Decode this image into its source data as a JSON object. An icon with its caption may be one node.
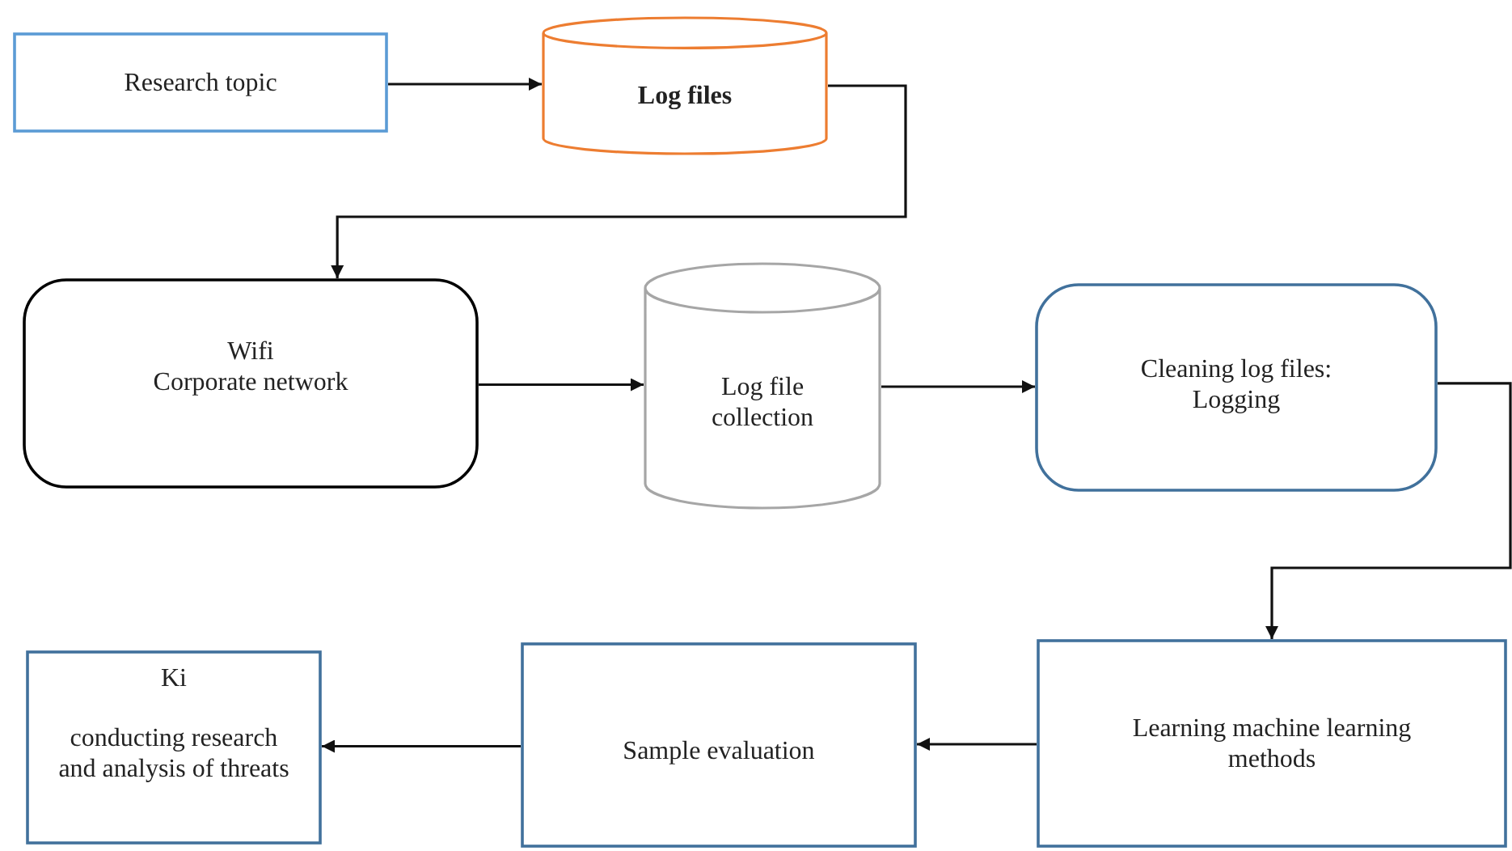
{
  "diagram": {
    "nodes": [
      {
        "text": [
          "Research topic"
        ]
      },
      {
        "text": [
          "Log files"
        ]
      },
      {
        "text": [
          "Wifi",
          "Corporate network"
        ]
      },
      {
        "text": [
          "Log file collection"
        ]
      },
      {
        "text": [
          "Cleaning log files:",
          "Logging"
        ]
      },
      {
        "text": [
          "Learning machine learning methods"
        ]
      },
      {
        "text": [
          "Sample evaluation"
        ]
      },
      {
        "text": [
          "Ki",
          "conducting research and analysis of threats"
        ]
      }
    ],
    "edges": [
      {
        "from": 0,
        "to": 1,
        "arrow": "to"
      },
      {
        "from": 1,
        "to": 2,
        "arrow": "to"
      },
      {
        "from": 2,
        "to": 3,
        "arrow": "to"
      },
      {
        "from": 3,
        "to": 4,
        "arrow": "to"
      },
      {
        "from": 4,
        "to": 5,
        "arrow": "to"
      },
      {
        "from": 5,
        "to": 6,
        "arrow": "to"
      },
      {
        "from": 6,
        "to": 7,
        "arrow": "to"
      }
    ]
  }
}
